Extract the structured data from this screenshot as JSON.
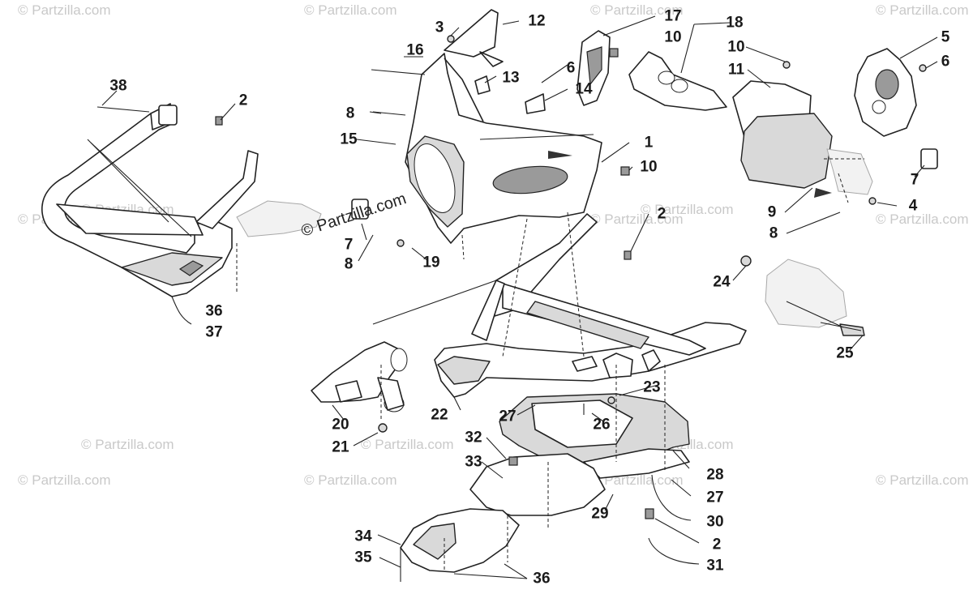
{
  "watermark": {
    "text": "© Partzilla.com",
    "center_text": "© Partzilla.com"
  },
  "callouts": [
    {
      "id": "c1",
      "label": "1"
    },
    {
      "id": "c2a",
      "label": "2"
    },
    {
      "id": "c2b",
      "label": "2"
    },
    {
      "id": "c2c",
      "label": "2"
    },
    {
      "id": "c3",
      "label": "3"
    },
    {
      "id": "c4",
      "label": "4"
    },
    {
      "id": "c5",
      "label": "5"
    },
    {
      "id": "c6a",
      "label": "6"
    },
    {
      "id": "c6b",
      "label": "6"
    },
    {
      "id": "c7a",
      "label": "7"
    },
    {
      "id": "c7b",
      "label": "7"
    },
    {
      "id": "c8a",
      "label": "8"
    },
    {
      "id": "c8b",
      "label": "8"
    },
    {
      "id": "c8c",
      "label": "8"
    },
    {
      "id": "c9",
      "label": "9"
    },
    {
      "id": "c10a",
      "label": "10"
    },
    {
      "id": "c10b",
      "label": "10"
    },
    {
      "id": "c10c",
      "label": "10"
    },
    {
      "id": "c11",
      "label": "11"
    },
    {
      "id": "c12",
      "label": "12"
    },
    {
      "id": "c13",
      "label": "13"
    },
    {
      "id": "c14",
      "label": "14"
    },
    {
      "id": "c15",
      "label": "15"
    },
    {
      "id": "c16",
      "label": "16"
    },
    {
      "id": "c17",
      "label": "17"
    },
    {
      "id": "c18",
      "label": "18"
    },
    {
      "id": "c19",
      "label": "19"
    },
    {
      "id": "c20",
      "label": "20"
    },
    {
      "id": "c21",
      "label": "21"
    },
    {
      "id": "c22",
      "label": "22"
    },
    {
      "id": "c23",
      "label": "23"
    },
    {
      "id": "c24",
      "label": "24"
    },
    {
      "id": "c25",
      "label": "25"
    },
    {
      "id": "c26",
      "label": "26"
    },
    {
      "id": "c27a",
      "label": "27"
    },
    {
      "id": "c27b",
      "label": "27"
    },
    {
      "id": "c28",
      "label": "28"
    },
    {
      "id": "c29",
      "label": "29"
    },
    {
      "id": "c30",
      "label": "30"
    },
    {
      "id": "c31",
      "label": "31"
    },
    {
      "id": "c32",
      "label": "32"
    },
    {
      "id": "c33",
      "label": "33"
    },
    {
      "id": "c34",
      "label": "34"
    },
    {
      "id": "c35",
      "label": "35"
    },
    {
      "id": "c36a",
      "label": "36"
    },
    {
      "id": "c36b",
      "label": "36"
    },
    {
      "id": "c37",
      "label": "37"
    },
    {
      "id": "c38",
      "label": "38"
    }
  ]
}
